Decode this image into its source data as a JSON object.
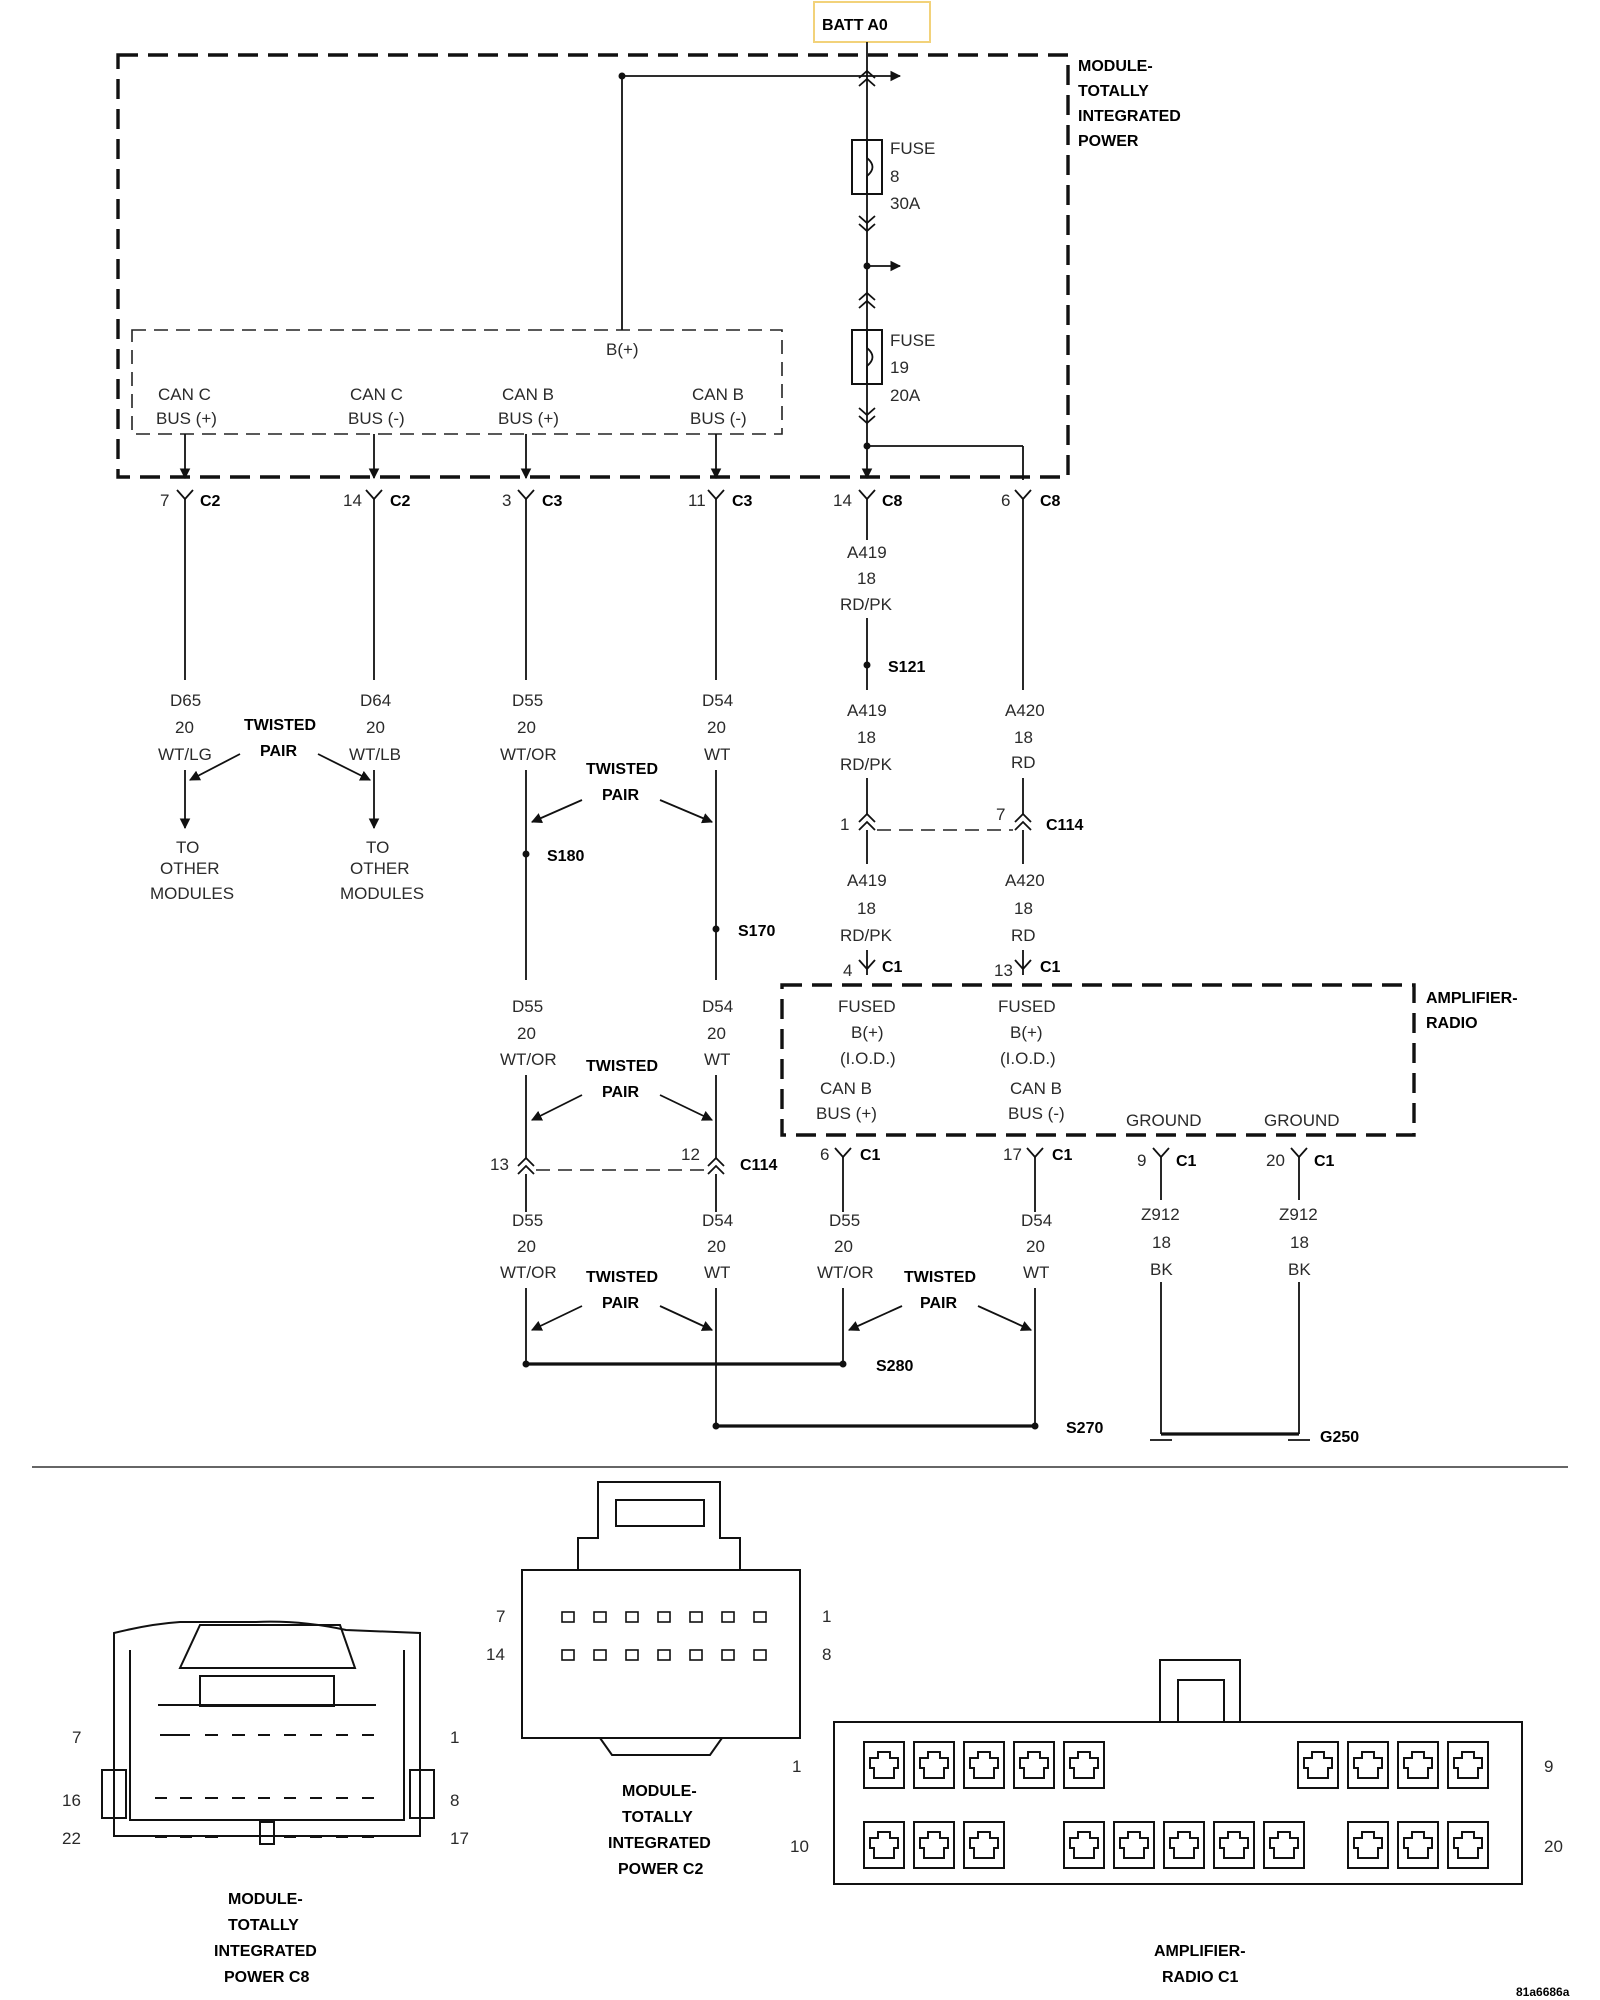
{
  "title": "BATT A0",
  "doc_id": "81a6686a",
  "modules": {
    "tipm": [
      "MODULE-",
      "TOTALLY",
      "INTEGRATED",
      "POWER"
    ],
    "amp": [
      "AMPLIFIER-",
      "RADIO"
    ]
  },
  "fuses": {
    "f8": [
      "FUSE",
      "8",
      "30A"
    ],
    "f19": [
      "FUSE",
      "19",
      "20A"
    ]
  },
  "bplus": "B(+)",
  "tipm_pins": {
    "canc_pos": [
      "CAN C",
      "BUS (+)"
    ],
    "canc_neg": [
      "CAN C",
      "BUS (-)"
    ],
    "canb_pos": [
      "CAN B",
      "BUS (+)"
    ],
    "canb_neg": [
      "CAN B",
      "BUS (-)"
    ]
  },
  "connectors": {
    "c1": {
      "pin": "7",
      "name": "C2"
    },
    "c2": {
      "pin": "14",
      "name": "C2"
    },
    "c3": {
      "pin": "3",
      "name": "C3"
    },
    "c4": {
      "pin": "11",
      "name": "C3"
    },
    "c5": {
      "pin": "14",
      "name": "C8"
    },
    "c6": {
      "pin": "6",
      "name": "C8"
    },
    "c114a": {
      "pin_a": "1",
      "pin_b": "7",
      "name": "C114"
    },
    "c114b": {
      "pin_a": "13",
      "pin_b": "12",
      "name": "C114"
    },
    "amp_in_a": {
      "pin": "4",
      "name": "C1"
    },
    "amp_in_b": {
      "pin": "13",
      "name": "C1"
    },
    "amp_out_a": {
      "pin": "6",
      "name": "C1"
    },
    "amp_out_b": {
      "pin": "17",
      "name": "C1"
    },
    "amp_out_c": {
      "pin": "9",
      "name": "C1"
    },
    "amp_out_d": {
      "pin": "20",
      "name": "C1"
    }
  },
  "wires": {
    "d65": [
      "D65",
      "20",
      "WT/LG"
    ],
    "d64": [
      "D64",
      "20",
      "WT/LB"
    ],
    "d55a": [
      "D55",
      "20",
      "WT/OR"
    ],
    "d54a": [
      "D54",
      "20",
      "WT"
    ],
    "a419a": [
      "A419",
      "18",
      "RD/PK"
    ],
    "a419b": [
      "A419",
      "18",
      "RD/PK"
    ],
    "a420a": [
      "A420",
      "18",
      "RD"
    ],
    "a419c": [
      "A419",
      "18",
      "RD/PK"
    ],
    "a420b": [
      "A420",
      "18",
      "RD"
    ],
    "d55b": [
      "D55",
      "20",
      "WT/OR"
    ],
    "d54b": [
      "D54",
      "20",
      "WT"
    ],
    "d55c": [
      "D55",
      "20",
      "WT/OR"
    ],
    "d54c": [
      "D54",
      "20",
      "WT"
    ],
    "d55d": [
      "D55",
      "20",
      "WT/OR"
    ],
    "d54d": [
      "D54",
      "20",
      "WT"
    ],
    "z912a": [
      "Z912",
      "18",
      "BK"
    ],
    "z912b": [
      "Z912",
      "18",
      "BK"
    ]
  },
  "twisted_pair": [
    "TWISTED",
    "PAIR"
  ],
  "to_other": [
    "TO",
    "OTHER",
    "MODULES"
  ],
  "splices": {
    "s121": "S121",
    "s180": "S180",
    "s170": "S170",
    "s280": "S280",
    "s270": "S270",
    "g250": "G250"
  },
  "amp_pins": {
    "fused1": [
      "FUSED",
      "B(+)",
      "(I.O.D.)"
    ],
    "fused2": [
      "FUSED",
      "B(+)",
      "(I.O.D.)"
    ],
    "canb_pos": [
      "CAN B",
      "BUS (+)"
    ],
    "canb_neg": [
      "CAN B",
      "BUS (-)"
    ],
    "ground1": "GROUND",
    "ground2": "GROUND"
  },
  "views": {
    "c8": {
      "caption": [
        "MODULE-",
        "TOTALLY",
        "INTEGRATED",
        "POWER C8"
      ],
      "pins": [
        "7",
        "1",
        "16",
        "8",
        "22",
        "17"
      ]
    },
    "c2": {
      "caption": [
        "MODULE-",
        "TOTALLY",
        "INTEGRATED",
        "POWER C2"
      ],
      "pins": [
        "7",
        "1",
        "14",
        "8"
      ]
    },
    "c1": {
      "caption": [
        "AMPLIFIER-",
        "RADIO C1"
      ],
      "pins": [
        "1",
        "9",
        "10",
        "20"
      ]
    }
  }
}
